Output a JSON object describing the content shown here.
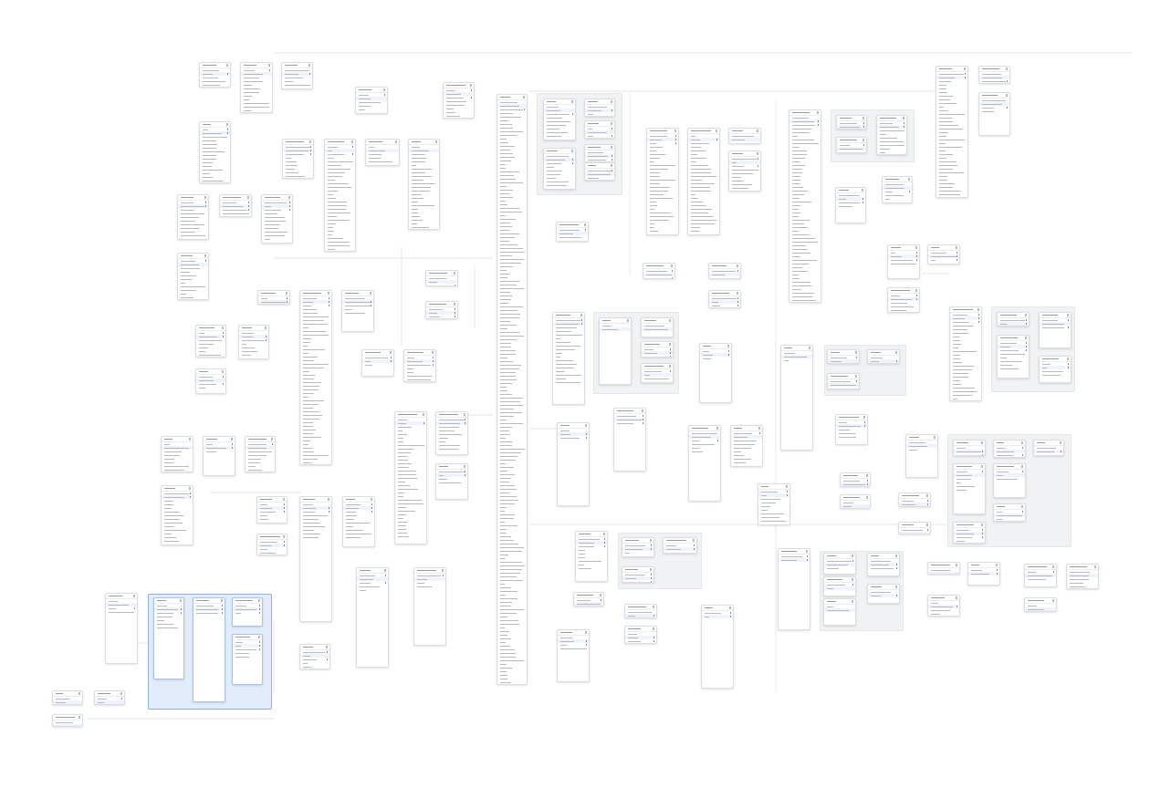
{
  "canvas": {
    "background": "#ffffff",
    "line_color": "#dedede",
    "group_color": "#f1f2f4",
    "selection_color": "#8fb1ee",
    "selection_fill": "#e3ecfb"
  },
  "diagram": {
    "table_count": 131,
    "column_counts": [
      5,
      12,
      5,
      5,
      8,
      15,
      9,
      29,
      5,
      23,
      10,
      4,
      11,
      11,
      160,
      9,
      9,
      3,
      3,
      3,
      3,
      3,
      28,
      28,
      2,
      9,
      51,
      2,
      9,
      2,
      4,
      9,
      34,
      4,
      4,
      10,
      3,
      2,
      46,
      5,
      7,
      7,
      4,
      3,
      24,
      18,
      2,
      2,
      8,
      14,
      7,
      4,
      3,
      3,
      4,
      23,
      15,
      3,
      3,
      6,
      3,
      28,
      3,
      3,
      8,
      4,
      3,
      3,
      6,
      9,
      33,
      9,
      4,
      14,
      3,
      34,
      27,
      11,
      6,
      10,
      10,
      5,
      3,
      3,
      3,
      24,
      6,
      3,
      5,
      11,
      12,
      15,
      5,
      7,
      16,
      9,
      3,
      3,
      3,
      2,
      14,
      3,
      2,
      2,
      3,
      3,
      2,
      2,
      2,
      2,
      2,
      3,
      21,
      4,
      3,
      4,
      5,
      4,
      5,
      4,
      7,
      3,
      3,
      5,
      3,
      3,
      13,
      26,
      19,
      5,
      12
    ]
  }
}
